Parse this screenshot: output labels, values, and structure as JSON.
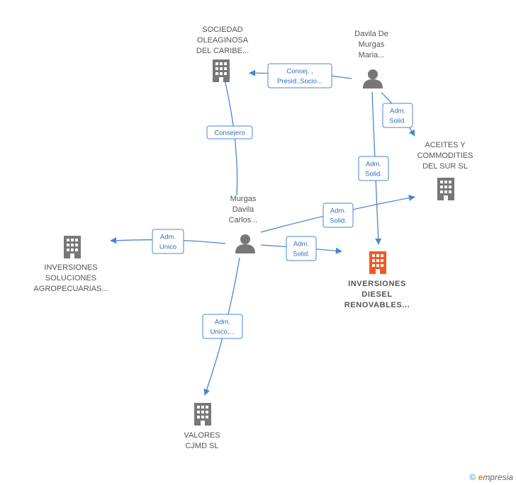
{
  "nodes": [
    {
      "id": "sociedad",
      "kind": "company",
      "label": [
        "SOCIEDAD",
        "OLEAGINOSA",
        "DEL CARIBE..."
      ]
    },
    {
      "id": "davila",
      "kind": "person",
      "label": [
        "Davila De",
        "Murgas",
        "Maria..."
      ]
    },
    {
      "id": "aceites",
      "kind": "company",
      "label": [
        "ACEITES Y",
        "COMMODITIES",
        "DEL SUR  SL"
      ]
    },
    {
      "id": "murgas",
      "kind": "person",
      "label": [
        "Murgas",
        "Davila",
        "Carlos..."
      ]
    },
    {
      "id": "inversiones_sol",
      "kind": "company",
      "label": [
        "INVERSIONES",
        "SOLUCIONES",
        "AGROPECUARIAS..."
      ]
    },
    {
      "id": "inversiones_diesel",
      "kind": "company-main",
      "label": [
        "INVERSIONES",
        "DIESEL",
        "RENOVABLES..."
      ]
    },
    {
      "id": "valores",
      "kind": "company",
      "label": [
        "VALORES",
        "CJMD  SL"
      ]
    }
  ],
  "edges": [
    {
      "from": "davila",
      "to": "sociedad",
      "label": [
        "Consej. ,",
        "Presid.,Socio..."
      ]
    },
    {
      "from": "davila",
      "to": "aceites",
      "label": [
        "Adm.",
        "Solid."
      ]
    },
    {
      "from": "davila",
      "to": "inversiones_diesel",
      "label": [
        "Adm.",
        "Solid."
      ]
    },
    {
      "from": "murgas",
      "to": "sociedad",
      "label": [
        "Consejero"
      ]
    },
    {
      "from": "murgas",
      "to": "aceites",
      "label": [
        "Adm.",
        "Solid."
      ]
    },
    {
      "from": "murgas",
      "to": "inversiones_sol",
      "label": [
        "Adm.",
        "Unico"
      ]
    },
    {
      "from": "murgas",
      "to": "inversiones_diesel",
      "label": [
        "Adm.",
        "Solid."
      ]
    },
    {
      "from": "murgas",
      "to": "valores",
      "label": [
        "Adm.",
        "Unico,..."
      ]
    }
  ],
  "colors": {
    "company": "#777777",
    "main": "#f05a22",
    "person": "#777777",
    "edge": "#4a86cf"
  },
  "footer": {
    "copyright": "©",
    "brand_first": "e",
    "brand_rest": "mpresia"
  }
}
